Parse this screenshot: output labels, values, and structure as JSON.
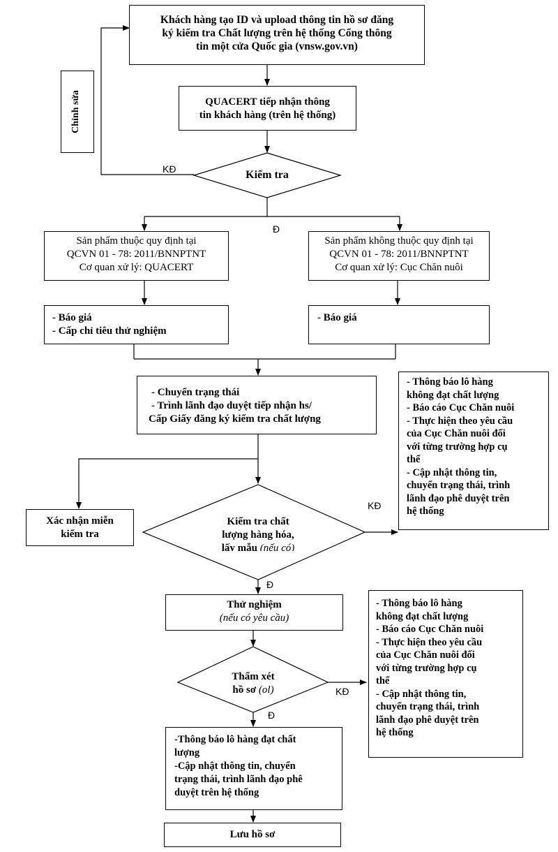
{
  "nodes": {
    "start": {
      "line1": "Khách hàng tạo ID và upload thông tin hồ sơ đăng",
      "line2": "ký kiểm tra Chất lượng trên hệ thống Cổng thông",
      "line3": "tin một cửa Quốc gia (vnsw.gov.vn)"
    },
    "receive": {
      "line1": "QUACERT tiếp nhận thông",
      "line2": "tin khách hàng (trên hệ thống)"
    },
    "check1": {
      "label": "Kiểm tra"
    },
    "edit": {
      "label": "Chỉnh sửa"
    },
    "prodIn": {
      "line1": "Sản phẩm thuộc quy định tại",
      "line2": "QCVN 01 - 78: 2011/BNNPTNT",
      "line3": "Cơ quan xử lý: QUACERT"
    },
    "prodOut": {
      "line1": "Sản phẩm không thuộc quy định tại",
      "line2": "QCVN 01 - 78: 2011/BNNPTNT",
      "line3": "Cơ quan xử lý: Cục Chăn nuôi"
    },
    "quoteLeft": {
      "line1": "-  Báo giá",
      "line2": "-  Cấp chỉ tiêu thử nghiệm"
    },
    "quoteRight": {
      "line1": "-  Báo giá"
    },
    "status": {
      "line1": "-  Chuyển trạng thái",
      "line2": "-  Trình lãnh đạo duyệt tiếp nhận hs/",
      "line3": "Cấp Giấy đăng ký kiểm tra chất lượng"
    },
    "exempt": {
      "line1": "Xác nhận miễn",
      "line2": "kiểm tra"
    },
    "check2": {
      "line1": "Kiểm tra chất",
      "line2": "lượng hàng hóa,",
      "line3": "lấy mẫu",
      "line3b": "(nếu có)"
    },
    "notify1": {
      "line1": "- Thông báo lô hàng",
      "line2": "không đạt chất lượng",
      "line3": "-  Báo cáo Cục Chăn nuôi",
      "line4": "-  Thực hiện theo yêu cầu",
      "line5": "của Cục Chăn nuôi đối",
      "line6": "với từng trường hợp cụ",
      "line7": "thể",
      "line8": "- Cập nhật thông tin,",
      "line9": "chuyển trạng thái, trình",
      "line10": "lãnh đạo phê duyệt trên",
      "line11": "hệ thống"
    },
    "test": {
      "line1": "Thử nghiệm",
      "line2": "(nếu có yêu cầu)"
    },
    "review": {
      "line1": "Thẩm xét",
      "line2a": "hồ sơ",
      "line2b": "(ol)"
    },
    "notify2": {
      "line1": "- Thông báo lô hàng",
      "line2": "không đạt chất lượng",
      "line3": "-  Báo cáo Cục Chăn nuôi",
      "line4": "-  Thực hiện theo yêu cầu",
      "line5": "của Cục Chăn nuôi đối",
      "line6": "với từng trường hợp cụ",
      "line7": "thể",
      "line8": "- Cập nhật thông tin,",
      "line9": "chuyển trạng thái, trình",
      "line10": "lãnh đạo phê duyệt trên",
      "line11": "hệ thống"
    },
    "pass": {
      "line1": "-Thông báo lô hàng đạt chất",
      "line2": "lượng",
      "line3": "-Cập nhật thông tin, chuyển",
      "line4": "trạng thái, trình lãnh đạo phê",
      "line5": "duyệt trên hệ thống"
    },
    "archive": {
      "label": "Lưu hồ sơ"
    }
  },
  "edge_labels": {
    "kd1": "KĐ",
    "d1": "Đ",
    "kd2": "KĐ",
    "d2": "Đ",
    "kd3": "KĐ",
    "d3": "Đ"
  }
}
